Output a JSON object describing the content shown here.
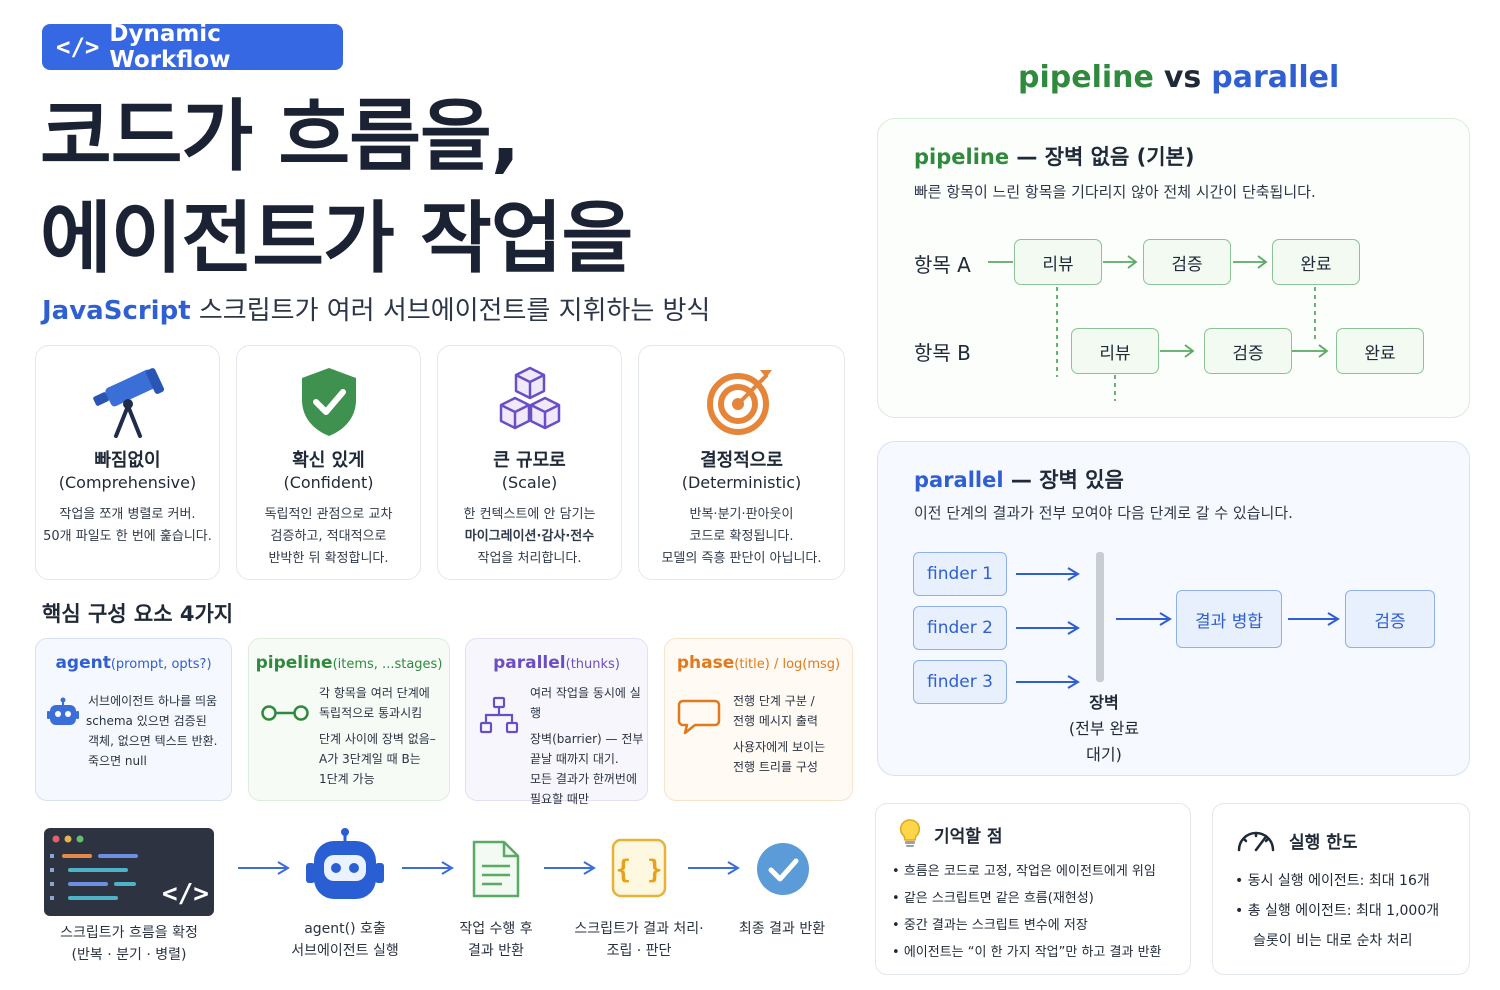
{
  "badge": {
    "code": "</>",
    "label": "Dynamic Workflow"
  },
  "title": {
    "line1": "코드가 흐름을,",
    "line2": "에이전트가 작업을"
  },
  "subtitle": {
    "highlight": "JavaScript",
    "rest": " 스크립트가 여러 서브에이전트를 지휘하는 방식"
  },
  "features": [
    {
      "icon": "telescope-icon",
      "name": "빠짐없이",
      "en": "(Comprehensive)",
      "desc": [
        "작업을 쪼개 병렬로 커버.",
        "50개 파일도 한 번에 훑습니다."
      ]
    },
    {
      "icon": "shield-check-icon",
      "name": "확신 있게",
      "en": "(Confident)",
      "desc": [
        "독립적인 관점으로 교차",
        "검증하고, 적대적으로",
        "반박한 뒤 확정합니다."
      ]
    },
    {
      "icon": "cubes-icon",
      "name": "큰 규모로",
      "en": "(Scale)",
      "desc": [
        "한 컨텍스트에 안 담기는",
        "마이그레이션·감사·전수",
        "작업을 처리합니다."
      ]
    },
    {
      "icon": "target-icon",
      "name": "결정적으로",
      "en": "(Deterministic)",
      "desc": [
        "반복·분기·판아웃이",
        "코드로 확정됩니다.",
        "모델의 즉흥 판단이 아닙니다."
      ]
    }
  ],
  "core": {
    "title": "핵심 구성 요소 4가지",
    "items": [
      {
        "name": "agent",
        "args": "(prompt, opts?)",
        "color": "#2f5fd0",
        "icon": "robot-icon",
        "desc": [
          "서브에이전트 하나를 띄움",
          "schema 있으면 검증된",
          "객체, 없으면 텍스트 반환.",
          "죽으면 null"
        ]
      },
      {
        "name": "pipeline",
        "args": "(items, ...stages)",
        "color": "#2f8a3e",
        "icon": "pipeline-icon",
        "desc": [
          "각 항목을 여러 단계에",
          "독립적으로 통과시킴",
          "단계 사이에 장벽 없음–",
          "A가 3단계일 때 B는",
          "1단계 가능"
        ]
      },
      {
        "name": "parallel",
        "args": "(thunks)",
        "color": "#6a4fc4",
        "icon": "tree-icon",
        "desc": [
          "여러 작업을 동시에 실행",
          "장벽(barrier) — 전부",
          "끝날 때까지 대기.",
          "모든 결과가 한꺼번에",
          "필요할 때만"
        ]
      },
      {
        "name": "phase",
        "args": "(title) / log(msg)",
        "color": "#e07a1c",
        "icon": "chat-icon",
        "desc": [
          "전행 단계 구분 /",
          "전행 메시지 출력",
          "사용자에게 보이는",
          "전행 트리를 구성"
        ]
      }
    ]
  },
  "flow": [
    {
      "icon": "code-window-icon",
      "label": [
        "스크립트가 흐름을 확정",
        "(반복 · 분기 · 병렬)"
      ]
    },
    {
      "icon": "robot-head-icon",
      "label": [
        "agent() 호출",
        "서브에이전트 실행"
      ]
    },
    {
      "icon": "document-icon",
      "label": [
        "작업 수행 후",
        "결과 반환"
      ]
    },
    {
      "icon": "braces-icon",
      "label": [
        "스크립트가 결과 처리·",
        "조립 · 판단"
      ]
    },
    {
      "icon": "check-circle-icon",
      "label": [
        "최종 결과 반환"
      ]
    }
  ],
  "compare": {
    "left": "pipeline",
    "vs": "vs",
    "right": "parallel"
  },
  "pipeline_box": {
    "title_key": "pipeline",
    "title_rest": " — 장벽 없음 (기본)",
    "desc": "빠른 항목이 느린 항목을 기다리지 않아 전체 시간이 단축됩니다.",
    "rowA": "항목 A",
    "rowB": "항목 B",
    "stages": [
      "리뷰",
      "검증",
      "완료"
    ]
  },
  "parallel_box": {
    "title_key": "parallel",
    "title_rest": " — 장벽 있음",
    "desc": "이전 단계의 결과가 전부 모여야 다음 단계로 갈 수 있습니다.",
    "finders": [
      "finder 1",
      "finder 2",
      "finder 3"
    ],
    "barrier": [
      "장벽",
      "(전부 완료",
      "대기)"
    ],
    "merge": "결과 병합",
    "verify": "검증"
  },
  "remember": {
    "icon": "lightbulb-icon",
    "title": "기억할 점",
    "items": [
      "흐름은 코드로 고정, 작업은 에이전트에게 위임",
      "같은 스크립트면 같은 흐름(재현성)",
      "중간 결과는 스크립트 변수에 저장",
      "에이전트는 “이 한 가지 작업”만 하고 결과 반환"
    ]
  },
  "limits": {
    "icon": "speedometer-icon",
    "title": "실행 한도",
    "items": [
      "동시 실행 에이전트: 최대 16개",
      "총 실행 에이전트: 최대 1,000개"
    ],
    "note": "슬롯이 비는 대로 순차 처리"
  }
}
